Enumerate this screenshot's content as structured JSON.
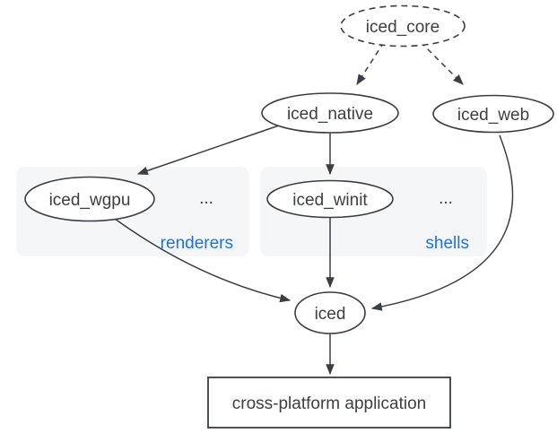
{
  "nodes": {
    "iced_core": {
      "label": "iced_core",
      "shape": "dashed-ellipse"
    },
    "iced_native": {
      "label": "iced_native",
      "shape": "ellipse"
    },
    "iced_web": {
      "label": "iced_web",
      "shape": "ellipse"
    },
    "iced_wgpu": {
      "label": "iced_wgpu",
      "shape": "ellipse"
    },
    "iced_winit": {
      "label": "iced_winit",
      "shape": "ellipse"
    },
    "iced": {
      "label": "iced",
      "shape": "ellipse"
    },
    "app": {
      "label": "cross-platform application",
      "shape": "rectangle"
    }
  },
  "groups": {
    "renderers": {
      "label": "renderers",
      "ellipsis": "..."
    },
    "shells": {
      "label": "shells",
      "ellipsis": "..."
    }
  },
  "edges": [
    {
      "from": "iced_core",
      "to": "iced_native",
      "style": "dashed"
    },
    {
      "from": "iced_core",
      "to": "iced_web",
      "style": "dashed"
    },
    {
      "from": "iced_native",
      "to": "iced_wgpu",
      "style": "solid"
    },
    {
      "from": "iced_native",
      "to": "iced_winit",
      "style": "solid"
    },
    {
      "from": "iced_wgpu",
      "to": "iced",
      "style": "solid"
    },
    {
      "from": "iced_winit",
      "to": "iced",
      "style": "solid"
    },
    {
      "from": "iced_web",
      "to": "iced",
      "style": "solid"
    },
    {
      "from": "iced",
      "to": "app",
      "style": "solid"
    }
  ],
  "colors": {
    "background": "#ffffff",
    "node_fill": "#ffffff",
    "node_stroke": "#3a3e42",
    "text": "#3b4045",
    "group_fill": "#f4f6f8",
    "group_label_blue": "#1a73e8"
  }
}
